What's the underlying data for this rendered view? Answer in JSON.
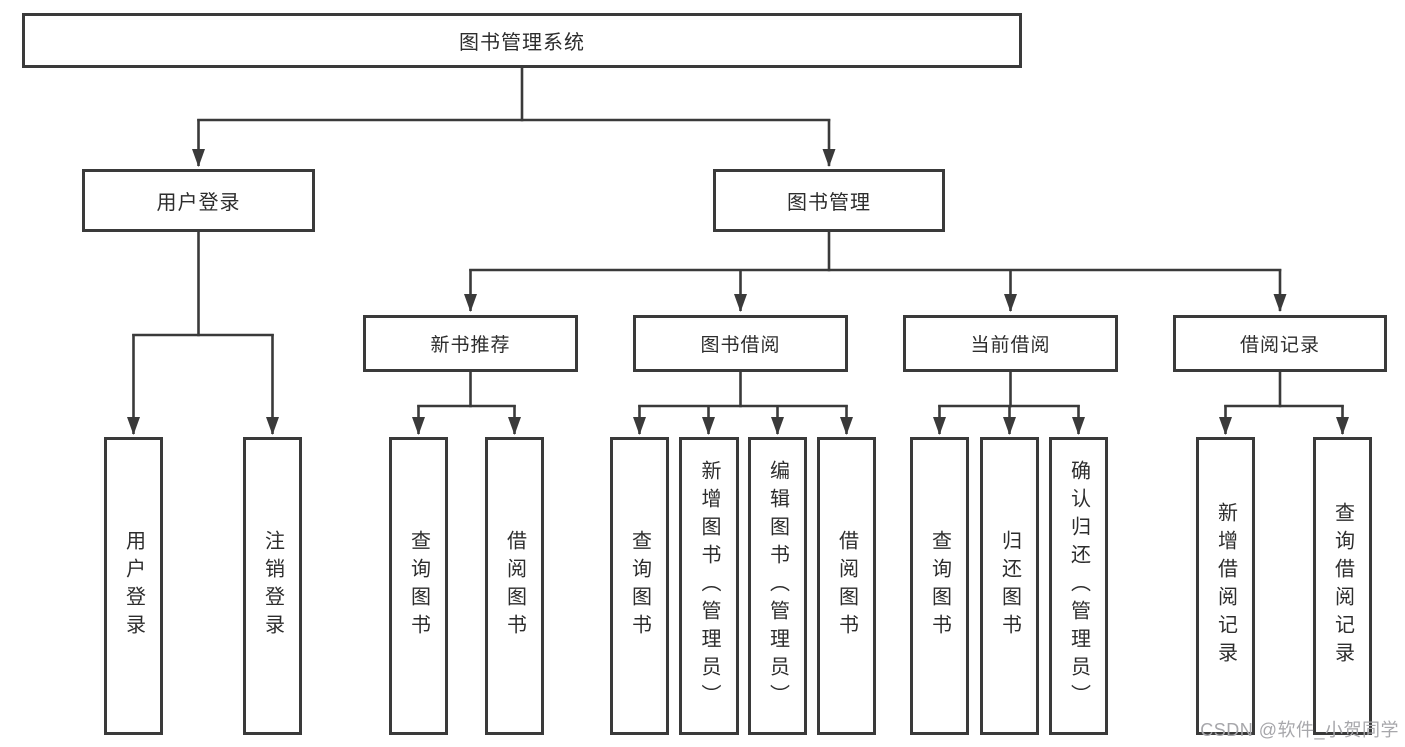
{
  "tree": {
    "root": {
      "label": "图书管理系统"
    },
    "user_login": {
      "label": "用户登录",
      "children": [
        {
          "label": "用户登录"
        },
        {
          "label": "注销登录"
        }
      ]
    },
    "book_management": {
      "label": "图书管理"
    },
    "new_book_recommend": {
      "label": "新书推荐",
      "children": [
        {
          "label": "查询图书"
        },
        {
          "label": "借阅图书"
        }
      ]
    },
    "book_borrow": {
      "label": "图书借阅",
      "children": [
        {
          "label": "查询图书"
        },
        {
          "label": "新增图书（管理员）"
        },
        {
          "label": "编辑图书（管理员）"
        },
        {
          "label": "借阅图书"
        }
      ]
    },
    "current_borrow": {
      "label": "当前借阅",
      "children": [
        {
          "label": "查询图书"
        },
        {
          "label": "归还图书"
        },
        {
          "label": "确认归还（管理员）"
        }
      ]
    },
    "borrow_records": {
      "label": "借阅记录",
      "children": [
        {
          "label": "新增借阅记录"
        },
        {
          "label": "查询借阅记录"
        }
      ]
    }
  },
  "watermark": {
    "text": "CSDN @软件_小贺同学"
  },
  "colors": {
    "line": "#3a3a3a",
    "text": "#2d2d2d",
    "watermark": "#a7a7ab",
    "background": "#ffffff"
  }
}
